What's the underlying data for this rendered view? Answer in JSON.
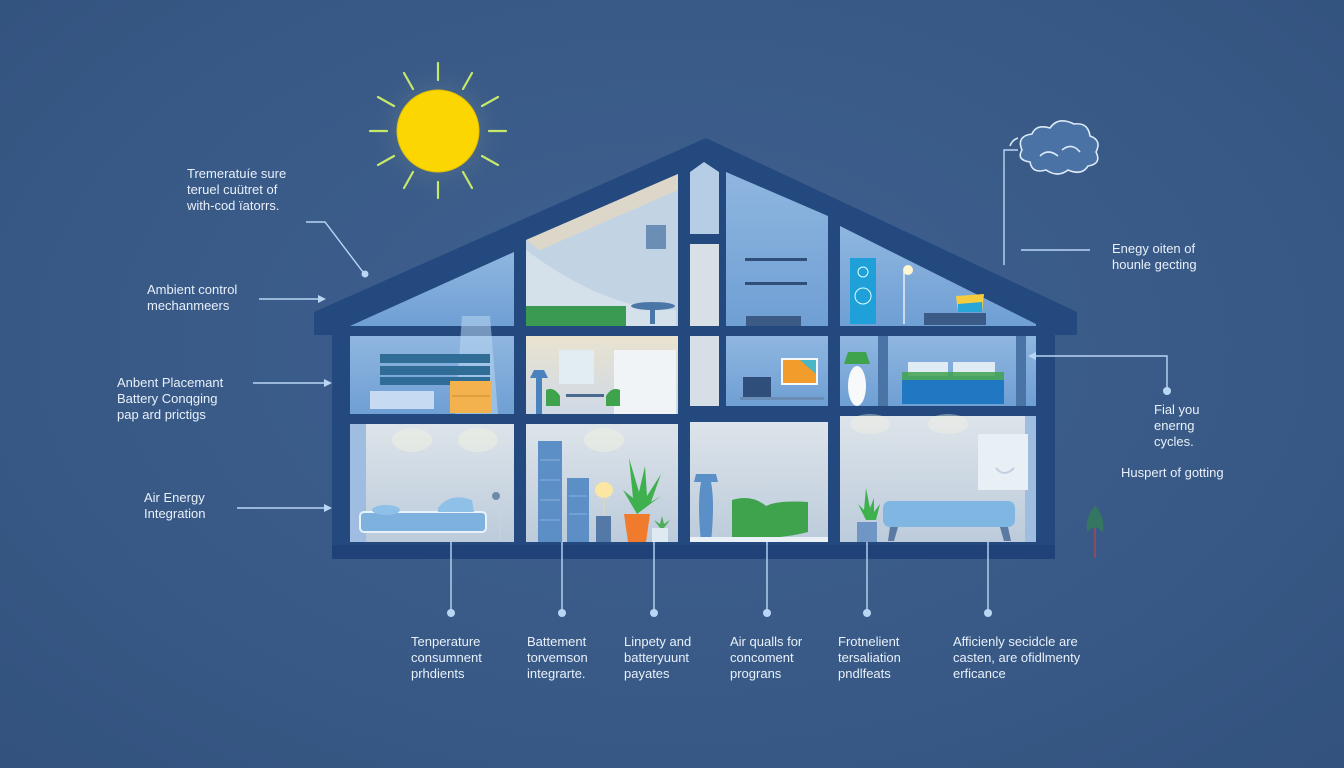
{
  "diagram": {
    "type": "smart-home-energy-cross-section",
    "colors": {
      "background": "#3a5b88",
      "house_frame": "#23497f",
      "callout_line": "#b9d6f5",
      "sun": "#fbd600",
      "sun_rays": "#c6e86a",
      "room_light": "#b9d3ee",
      "accent_green": "#3fa34d",
      "accent_orange": "#f0a640"
    },
    "icons": [
      "sun-icon",
      "cloud-icon",
      "house-icon"
    ]
  },
  "left_callouts": [
    {
      "id": "temp",
      "text": "Tremeratuíe sure\nteruel cuütret of\nwith-cod ïatorrs."
    },
    {
      "id": "ambient",
      "text": "Ambient control\nmechanmeers"
    },
    {
      "id": "placement",
      "text": "Anbent Placemant\nBattery Conqging\npap ard prictigs"
    },
    {
      "id": "air",
      "text": "Air Energy\nIntegration"
    }
  ],
  "right_callouts": [
    {
      "id": "energy",
      "text": "Enegy oiten of\nhounle gecting"
    },
    {
      "id": "cycles",
      "text": "Fial you\nenerng\ncycles."
    },
    {
      "id": "huspart",
      "text": "Huspert of gotting"
    }
  ],
  "bottom_callouts": [
    {
      "id": "b1",
      "text": "Tenperature\nconsumnent\nprhdients"
    },
    {
      "id": "b2",
      "text": "Battement\ntorvemson\nintegrarte."
    },
    {
      "id": "b3",
      "text": "Linpety and\nbatteryuunt\npayates"
    },
    {
      "id": "b4",
      "text": "Air qualls for\nconcoment\nprograns"
    },
    {
      "id": "b5",
      "text": "Frotnelient\ntersaliation\npndlfeats"
    },
    {
      "id": "b6",
      "text": "Afficienly secidcle are\ncasten, are ofidlmenty\nerficance"
    }
  ]
}
